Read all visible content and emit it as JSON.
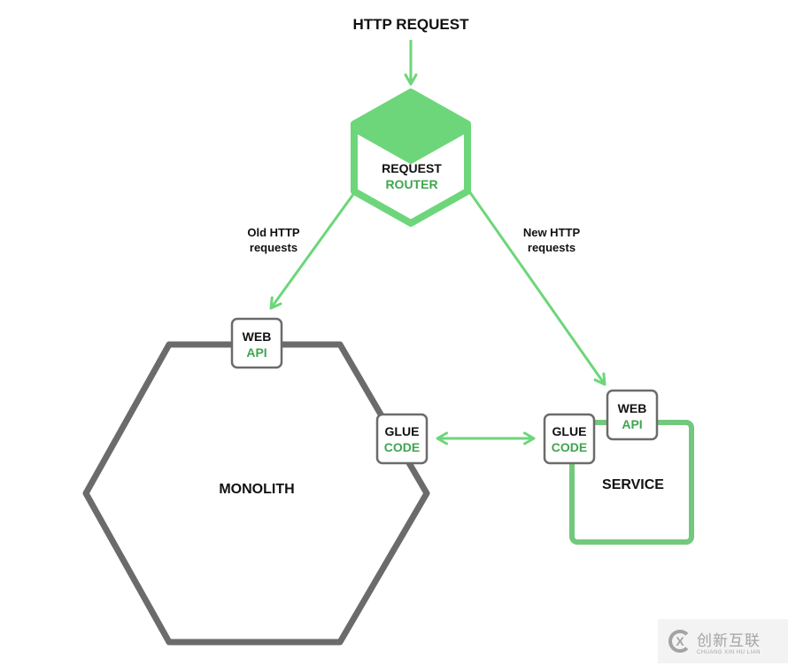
{
  "title": "HTTP REQUEST",
  "colors": {
    "green": "#6dd67a",
    "green_text": "#3fa550",
    "gray": "#6b6b6b",
    "service_green": "#72c97e"
  },
  "router": {
    "line1": "REQUEST",
    "line2": "ROUTER"
  },
  "edges": {
    "old": {
      "line1": "Old HTTP",
      "line2": "requests"
    },
    "new": {
      "line1": "New HTTP",
      "line2": "requests"
    }
  },
  "monolith": {
    "label": "MONOLITH",
    "web_api": {
      "line1": "WEB",
      "line2": "API"
    },
    "glue_code": {
      "line1": "GLUE",
      "line2": "CODE"
    }
  },
  "service": {
    "label": "SERVICE",
    "web_api": {
      "line1": "WEB",
      "line2": "API"
    },
    "glue_code": {
      "line1": "GLUE",
      "line2": "CODE"
    }
  },
  "watermark": {
    "chinese": "创新互联",
    "pinyin": "CHUANG XIN HU LIAN",
    "logo_glyph": "X"
  }
}
